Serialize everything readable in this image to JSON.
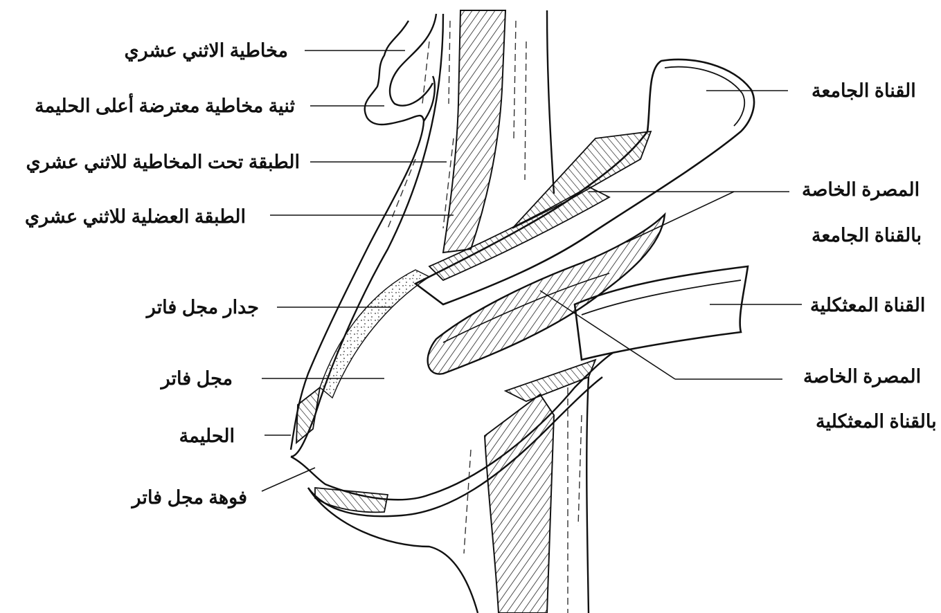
{
  "diagram": {
    "labels": {
      "duodenal_mucosa": "مخاطية الاثني عشري",
      "transverse_fold": "ثنية مخاطية معترضة أعلى الحليمة",
      "submucosa": "الطبقة تحت المخاطية للاثني عشري",
      "muscularis": "الطبقة العضلية للاثني عشري",
      "ampulla_wall": "جدار مجل فاتر",
      "ampulla": "مجل فاتر",
      "papilla": "الحليمة",
      "ampulla_orifice": "فوهة مجل فاتر",
      "common_bile_duct": "القناة الجامعة",
      "cbd_sphincter_line1": "المصرة الخاصة",
      "cbd_sphincter_line2": "بالقناة الجامعة",
      "pancreatic_duct": "القناة المعثكلية",
      "pd_sphincter_line1": "المصرة الخاصة",
      "pd_sphincter_line2": "بالقناة المعثكلية"
    }
  }
}
